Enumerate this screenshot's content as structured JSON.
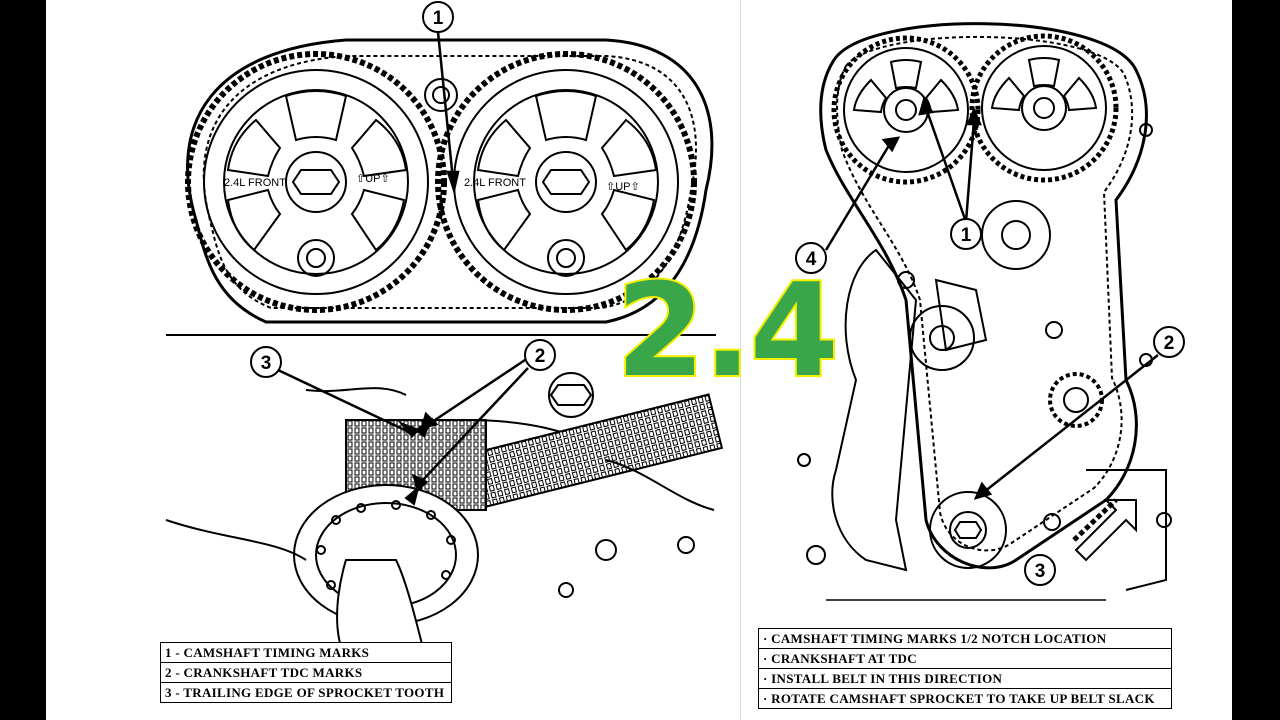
{
  "left_panel": {
    "callouts": [
      "1",
      "2",
      "3"
    ],
    "sprocket_text": {
      "left_front": "2.4L FRONT",
      "left_up": "⇧UP⇧",
      "right_front": "2.4L FRONT",
      "right_up": "⇧UP⇧"
    },
    "legend": [
      "1 - CAMSHAFT TIMING MARKS",
      "2 - CRANKSHAFT TDC MARKS",
      "3 - TRAILING EDGE OF SPROCKET TOOTH"
    ]
  },
  "right_panel": {
    "callouts": [
      "1",
      "2",
      "3",
      "4"
    ],
    "legend": [
      "· CAMSHAFT TIMING MARKS 1/2 NOTCH LOCATION",
      "· CRANKSHAFT AT TDC",
      "· INSTALL BELT IN THIS DIRECTION",
      "· ROTATE CAMSHAFT SPROCKET TO TAKE UP BELT SLACK"
    ]
  },
  "overlay_label": "2.4",
  "colors": {
    "overlay_fill": "#3aa64a",
    "overlay_outline": "#f4f000",
    "page_background": "#ffffff",
    "frame_background": "#000000"
  }
}
